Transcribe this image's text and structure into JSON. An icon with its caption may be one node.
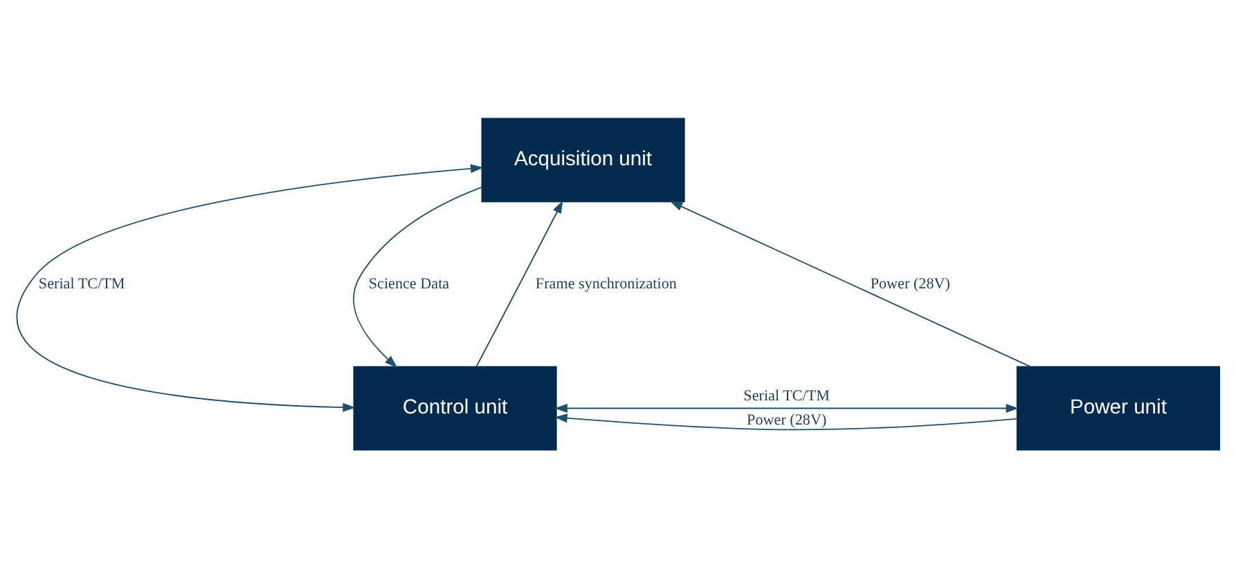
{
  "diagram": {
    "nodes": [
      {
        "text": [
          "Acquisition unit"
        ]
      },
      {
        "text": [
          "Control unit"
        ]
      },
      {
        "text": [
          "Power unit"
        ]
      }
    ],
    "edges": [
      {
        "from": 1,
        "to": 0,
        "arrow": "to",
        "label": "Frame synchronization"
      },
      {
        "from": 0,
        "to": 1,
        "arrow": "both",
        "label": "Serial TC/TM"
      },
      {
        "from": 0,
        "to": 1,
        "arrow": "to",
        "label": "Science Data"
      },
      {
        "from": 2,
        "to": 0,
        "arrow": "to",
        "label": "Power (28V)"
      },
      {
        "from": 1,
        "to": 2,
        "arrow": "both",
        "label": "Serial TC/TM"
      },
      {
        "from": 2,
        "to": 1,
        "arrow": "to",
        "label": "Power (28V)"
      }
    ]
  }
}
